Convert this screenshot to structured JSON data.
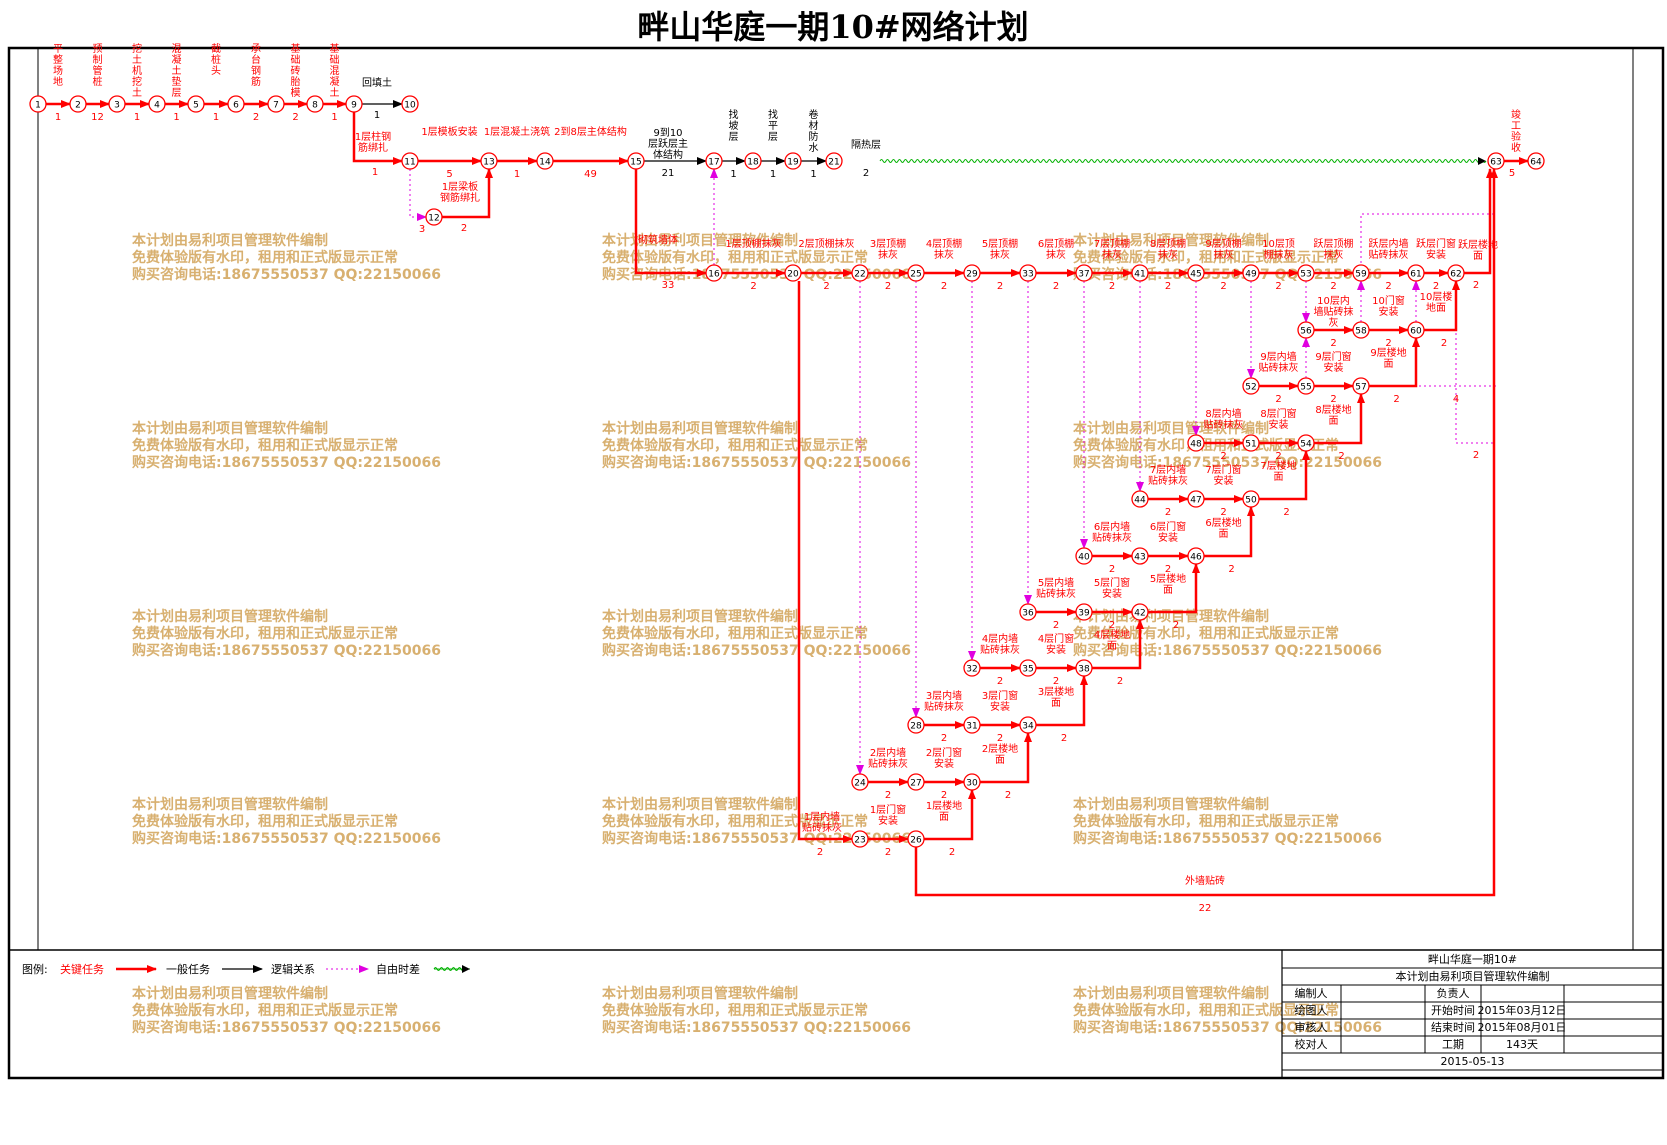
{
  "title": "畔山华庭一期10#网络计划",
  "colors": {
    "critical": "#ff0000",
    "normal": "#000000",
    "free": "#e000e0",
    "float": "#00b000",
    "watermark": "#d8b070"
  },
  "nodes": [
    "1",
    "2",
    "3",
    "4",
    "5",
    "6",
    "7",
    "8",
    "9",
    "10",
    "11",
    "12",
    "13",
    "14",
    "15",
    "16",
    "17",
    "18",
    "19",
    "20",
    "21",
    "22",
    "23",
    "24",
    "25",
    "26",
    "27",
    "28",
    "29",
    "30",
    "31",
    "32",
    "33",
    "34",
    "35",
    "36",
    "37",
    "38",
    "39",
    "40",
    "41",
    "42",
    "43",
    "44",
    "45",
    "46",
    "47",
    "48",
    "49",
    "50",
    "51",
    "52",
    "53",
    "54",
    "55",
    "56",
    "57",
    "58",
    "59",
    "60",
    "61",
    "62",
    "63",
    "64"
  ],
  "arrows": [
    {
      "from": "1",
      "to": "2",
      "name": "平整场地",
      "dur": "1",
      "type": "critical"
    },
    {
      "from": "2",
      "to": "3",
      "name": "预制管桩",
      "dur": "12",
      "type": "critical"
    },
    {
      "from": "3",
      "to": "4",
      "name": "挖土机挖土",
      "dur": "1",
      "type": "critical"
    },
    {
      "from": "4",
      "to": "5",
      "name": "混凝土垫层",
      "dur": "1",
      "type": "critical"
    },
    {
      "from": "5",
      "to": "6",
      "name": "截桩头",
      "dur": "1",
      "type": "critical"
    },
    {
      "from": "6",
      "to": "7",
      "name": "承台钢筋",
      "dur": "2",
      "type": "critical"
    },
    {
      "from": "7",
      "to": "8",
      "name": "基础砖胎模",
      "dur": "2",
      "type": "critical"
    },
    {
      "from": "8",
      "to": "9",
      "name": "基础混凝土",
      "dur": "1",
      "type": "critical"
    },
    {
      "from": "9",
      "to": "10",
      "name": "回填土",
      "dur": "1",
      "type": "normal"
    },
    {
      "from": "9",
      "to": "11",
      "name": "1层柱钢筋绑扎",
      "dur": "1",
      "type": "critical"
    },
    {
      "from": "11",
      "to": "13",
      "name": "1层模板安装",
      "dur": "5",
      "type": "critical"
    },
    {
      "from": "12",
      "to": "13",
      "name": "1层梁板钢筋绑扎",
      "dur": "2",
      "type": "critical"
    },
    {
      "from": "13",
      "to": "14",
      "name": "1层混凝土浇筑",
      "dur": "1",
      "type": "critical"
    },
    {
      "from": "14",
      "to": "15",
      "name": "2到8层主体结构",
      "dur": "49",
      "type": "critical"
    },
    {
      "from": "15",
      "to": "17",
      "name": "9到10层跃层主体结构",
      "dur": "21",
      "type": "normal"
    },
    {
      "from": "17",
      "to": "18",
      "name": "找坡层",
      "dur": "1",
      "type": "normal"
    },
    {
      "from": "18",
      "to": "19",
      "name": "找平层",
      "dur": "1",
      "type": "normal"
    },
    {
      "from": "19",
      "to": "21",
      "name": "卷材防水",
      "dur": "1",
      "type": "normal"
    },
    {
      "from": "21",
      "to": "63",
      "name": "隔热层",
      "dur": "2",
      "type": "normal"
    },
    {
      "from": "63",
      "to": "64",
      "name": "竣工验收",
      "dur": "5",
      "type": "critical"
    },
    {
      "from": "15",
      "to": "16",
      "name": "砌筑墙体",
      "dur": "33",
      "type": "critical"
    },
    {
      "from": "16",
      "to": "20",
      "name": "1层顶棚抹灰",
      "dur": "2",
      "type": "critical"
    },
    {
      "from": "20",
      "to": "22",
      "name": "2层顶棚抹灰",
      "dur": "2",
      "type": "critical"
    },
    {
      "from": "22",
      "to": "25",
      "name": "3层顶棚抹灰",
      "dur": "2",
      "type": "critical"
    },
    {
      "from": "25",
      "to": "29",
      "name": "4层顶棚抹灰",
      "dur": "2",
      "type": "critical"
    },
    {
      "from": "29",
      "to": "33",
      "name": "5层顶棚抹灰",
      "dur": "2",
      "type": "critical"
    },
    {
      "from": "33",
      "to": "37",
      "name": "6层顶棚抹灰",
      "dur": "2",
      "type": "critical"
    },
    {
      "from": "37",
      "to": "41",
      "name": "7层顶棚抹灰",
      "dur": "2",
      "type": "critical"
    },
    {
      "from": "41",
      "to": "45",
      "name": "8层顶棚抹灰",
      "dur": "2",
      "type": "critical"
    },
    {
      "from": "45",
      "to": "49",
      "name": "9层顶棚抹灰",
      "dur": "2",
      "type": "critical"
    },
    {
      "from": "49",
      "to": "53",
      "name": "10层顶棚抹灰",
      "dur": "2",
      "type": "critical"
    },
    {
      "from": "53",
      "to": "59",
      "name": "跃层顶棚抹灰",
      "dur": "2",
      "type": "critical"
    },
    {
      "from": "59",
      "to": "61",
      "name": "跃层内墙贴砖抹灰",
      "dur": "2",
      "type": "critical"
    },
    {
      "from": "61",
      "to": "62",
      "name": "跃层门窗安装",
      "dur": "2",
      "type": "critical"
    },
    {
      "from": "62",
      "to": "63",
      "name": "跃层楼地面",
      "dur": "2",
      "type": "critical"
    },
    {
      "from": "20",
      "to": "23",
      "name": "1层内墙贴砖抹灰",
      "dur": "2",
      "type": "critical"
    },
    {
      "from": "23",
      "to": "26",
      "name": "1层门窗安装",
      "dur": "2",
      "type": "critical"
    },
    {
      "from": "26",
      "to": "30",
      "name": "1层楼地面",
      "dur": "2",
      "type": "critical"
    },
    {
      "from": "26",
      "to": "63",
      "name": "外墙贴砖",
      "dur": "22",
      "type": "critical"
    },
    {
      "from": "24",
      "to": "27",
      "name": "2层内墙贴砖抹灰",
      "dur": "2",
      "type": "critical"
    },
    {
      "from": "27",
      "to": "30",
      "name": "2层门窗安装",
      "dur": "2",
      "type": "critical"
    },
    {
      "from": "30",
      "to": "34",
      "name": "2层楼地面",
      "dur": "2",
      "type": "critical"
    },
    {
      "from": "28",
      "to": "31",
      "name": "3层内墙贴砖抹灰",
      "dur": "2",
      "type": "critical"
    },
    {
      "from": "31",
      "to": "34",
      "name": "3层门窗安装",
      "dur": "2",
      "type": "critical"
    },
    {
      "from": "34",
      "to": "38",
      "name": "3层楼地面",
      "dur": "2",
      "type": "critical"
    },
    {
      "from": "32",
      "to": "35",
      "name": "4层内墙贴砖抹灰",
      "dur": "2",
      "type": "critical"
    },
    {
      "from": "35",
      "to": "38",
      "name": "4层门窗安装",
      "dur": "2",
      "type": "critical"
    },
    {
      "from": "38",
      "to": "42",
      "name": "4层楼地面",
      "dur": "2",
      "type": "critical"
    },
    {
      "from": "36",
      "to": "39",
      "name": "5层内墙贴砖抹灰",
      "dur": "2",
      "type": "critical"
    },
    {
      "from": "39",
      "to": "42",
      "name": "5层门窗安装",
      "dur": "2",
      "type": "critical"
    },
    {
      "from": "42",
      "to": "46",
      "name": "5层楼地面",
      "dur": "2",
      "type": "critical"
    },
    {
      "from": "40",
      "to": "43",
      "name": "6层内墙贴砖抹灰",
      "dur": "2",
      "type": "critical"
    },
    {
      "from": "43",
      "to": "46",
      "name": "6层门窗安装",
      "dur": "2",
      "type": "critical"
    },
    {
      "from": "46",
      "to": "50",
      "name": "6层楼地面",
      "dur": "2",
      "type": "critical"
    },
    {
      "from": "44",
      "to": "47",
      "name": "7层内墙贴砖抹灰",
      "dur": "2",
      "type": "critical"
    },
    {
      "from": "47",
      "to": "50",
      "name": "7层门窗安装",
      "dur": "2",
      "type": "critical"
    },
    {
      "from": "50",
      "to": "54",
      "name": "7层楼地面",
      "dur": "2",
      "type": "critical"
    },
    {
      "from": "48",
      "to": "51",
      "name": "8层内墙贴砖抹灰",
      "dur": "2",
      "type": "critical"
    },
    {
      "from": "51",
      "to": "54",
      "name": "8层门窗安装",
      "dur": "2",
      "type": "critical"
    },
    {
      "from": "54",
      "to": "57",
      "name": "8层楼地面",
      "dur": "2",
      "type": "critical"
    },
    {
      "from": "52",
      "to": "55",
      "name": "9层内墙贴砖抹灰",
      "dur": "2",
      "type": "critical"
    },
    {
      "from": "55",
      "to": "57",
      "name": "9层门窗安装",
      "dur": "2",
      "type": "critical"
    },
    {
      "from": "57",
      "to": "60",
      "name": "9层楼地面",
      "dur": "2",
      "type": "critical"
    },
    {
      "from": "56",
      "to": "58",
      "name": "10层内墙贴砖抹灰",
      "dur": "2",
      "type": "critical"
    },
    {
      "from": "58",
      "to": "60",
      "name": "10门窗安装",
      "dur": "2",
      "type": "critical"
    },
    {
      "from": "60",
      "to": "62",
      "name": "10层楼地面",
      "dur": "2",
      "type": "critical"
    }
  ],
  "floatDurations": [
    "3",
    "4",
    "2"
  ],
  "legend": {
    "label": "图例:",
    "items": [
      "关键任务",
      "一般任务",
      "逻辑关系",
      "自由时差"
    ]
  },
  "infoTable": {
    "header": "畔山华庭一期10#",
    "sub": "本计划由易利项目管理软件编制",
    "rows": [
      [
        "编制人",
        "",
        "负责人",
        ""
      ],
      [
        "绘图人",
        "",
        "开始时间",
        "2015年03月12日"
      ],
      [
        "审核人",
        "",
        "结束时间",
        "2015年08月01日"
      ],
      [
        "校对人",
        "",
        "工期",
        "143天"
      ]
    ],
    "date": "2015-05-13"
  },
  "watermark": [
    "本计划由易利项目管理软件编制",
    "免费体验版有水印，租用和正式版显示正常",
    "购买咨询电话:18675550537 QQ:22150066"
  ]
}
